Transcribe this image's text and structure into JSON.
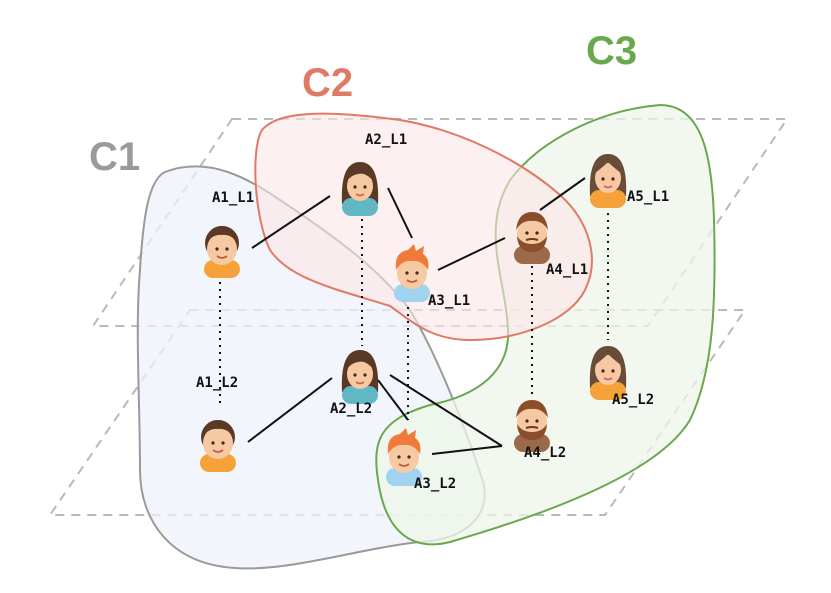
{
  "communities": [
    {
      "id": "C1",
      "label": "C1",
      "color": "#9a9a9a",
      "fill": "#eef3fb"
    },
    {
      "id": "C2",
      "label": "C2",
      "color": "#e07a66",
      "fill": "#fbe6e6"
    },
    {
      "id": "C3",
      "label": "C3",
      "color": "#6aa84f",
      "fill": "#eef6ea"
    }
  ],
  "nodes": [
    {
      "id": "A1_L1",
      "label": "A1_L1",
      "avatar": "boy"
    },
    {
      "id": "A2_L1",
      "label": "A2_L1",
      "avatar": "girl"
    },
    {
      "id": "A3_L1",
      "label": "A3_L1",
      "avatar": "redhead"
    },
    {
      "id": "A4_L1",
      "label": "A4_L1",
      "avatar": "bearded"
    },
    {
      "id": "A5_L1",
      "label": "A5_L1",
      "avatar": "woman"
    },
    {
      "id": "A1_L2",
      "label": "A1_L2",
      "avatar": "boy"
    },
    {
      "id": "A2_L2",
      "label": "A2_L2",
      "avatar": "girl"
    },
    {
      "id": "A3_L2",
      "label": "A3_L2",
      "avatar": "redhead"
    },
    {
      "id": "A4_L2",
      "label": "A4_L2",
      "avatar": "bearded"
    },
    {
      "id": "A5_L2",
      "label": "A5_L2",
      "avatar": "woman"
    }
  ],
  "intra_layer_edges": [
    [
      "A1_L1",
      "A2_L1"
    ],
    [
      "A2_L1",
      "A3_L1"
    ],
    [
      "A3_L1",
      "A4_L1"
    ],
    [
      "A4_L1",
      "A5_L1"
    ],
    [
      "A1_L2",
      "A2_L2"
    ],
    [
      "A2_L2",
      "A3_L2"
    ],
    [
      "A2_L2",
      "A4_L2"
    ],
    [
      "A3_L2",
      "A4_L2"
    ]
  ],
  "inter_layer_edges": [
    [
      "A1_L1",
      "A1_L2"
    ],
    [
      "A2_L1",
      "A2_L2"
    ],
    [
      "A3_L1",
      "A3_L2"
    ],
    [
      "A4_L1",
      "A4_L2"
    ],
    [
      "A5_L1",
      "A5_L2"
    ]
  ],
  "colors": {
    "plane": "#b9b9b9",
    "edge": "#111111",
    "skin": "#f7c9a2",
    "hair_brown": "#5a3a26",
    "hair_red": "#f07a3a",
    "shirt_orange": "#f6a23a",
    "shirt_blue": "#9fd3f0",
    "shirt_teal": "#5fb8c4",
    "shirt_brown": "#9a6a4a"
  }
}
